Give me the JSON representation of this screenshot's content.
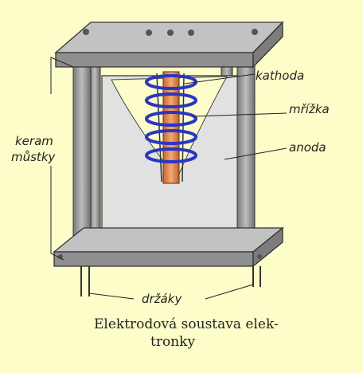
{
  "labels": {
    "cathode": "kathoda",
    "grid": "mřížka",
    "anode": "anoda",
    "ceramic_bridges_line1": "keram",
    "ceramic_bridges_line2": "můstky",
    "holders": "držáky"
  },
  "caption": {
    "line1": "Elektrodová soustava elek-",
    "line2": "tronky"
  },
  "colors": {
    "background": "#fdfdc9",
    "plate": "#a9a9a9",
    "anode": "#e1e1e1",
    "cathode": "#e69358",
    "grid": "#2b35c4",
    "outline": "#333333"
  }
}
